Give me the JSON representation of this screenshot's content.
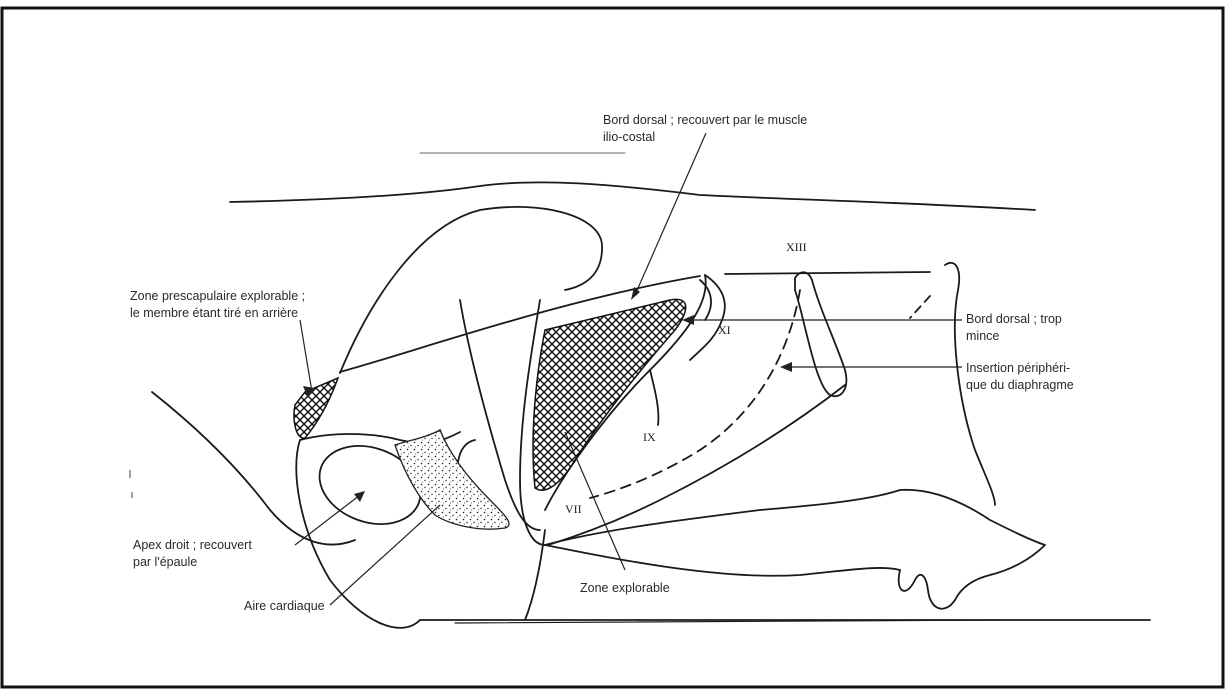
{
  "labels": {
    "bord_dorsal_top_line1": "Bord dorsal ; recouvert par le muscle",
    "bord_dorsal_top_line2": "ilio-costal",
    "zone_prescap_line1": "Zone prescapulaire explorable ;",
    "zone_prescap_line2": "le membre étant tiré en arrière",
    "bord_dorsal_right_line1": "Bord dorsal ; trop",
    "bord_dorsal_right_line2": "mince",
    "insertion_line1": "Insertion périphéri-",
    "insertion_line2": "que du diaphragme",
    "apex_line1": "Apex droit ; recouvert",
    "apex_line2": "par l'épaule",
    "aire_cardiaque": "Aire cardiaque",
    "zone_explorable": "Zone explorable"
  },
  "rib_numerals": {
    "xiii": "XIII",
    "xi": "XI",
    "ix": "IX",
    "vii": "VII"
  },
  "colors": {
    "frame_border": "#111111",
    "ink": "#1a1a1a",
    "background": "#ffffff"
  }
}
